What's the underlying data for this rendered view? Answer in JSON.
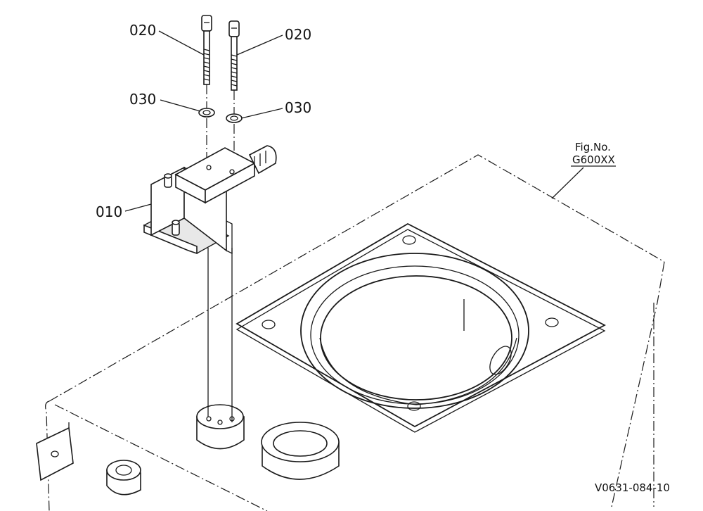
{
  "callouts": {
    "bolt_left": "020",
    "bolt_right": "020",
    "washer_left": "030",
    "washer_right": "030",
    "bracket": "010"
  },
  "figure": {
    "fig_no_label": "Fig.No.",
    "fig_no_value": "G600XX",
    "drawing_id": "V0631-084-10"
  }
}
